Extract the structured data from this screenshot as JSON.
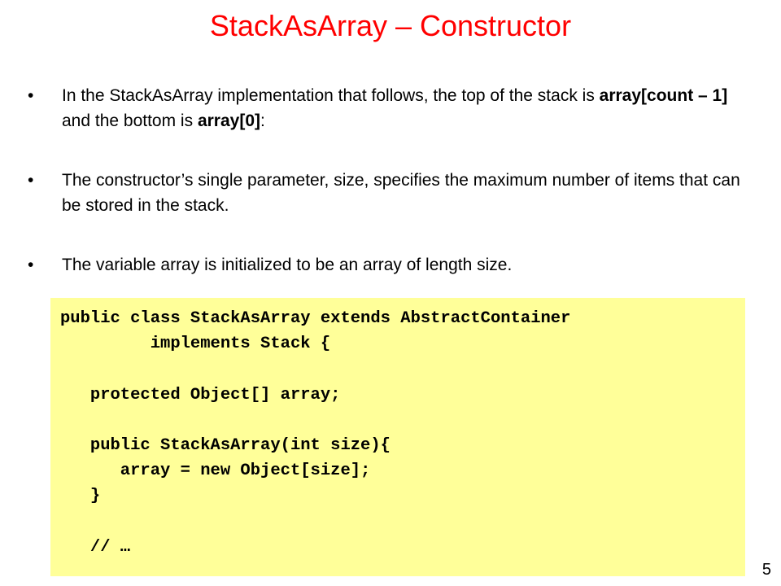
{
  "slide": {
    "title": "StackAsArray – Constructor",
    "page_number": "5"
  },
  "bullets": [
    {
      "parts": [
        "In the StackAsArray  implementation that follows, the top of the stack is ",
        "array[count – 1]",
        " and the bottom is ",
        "array[0]",
        ":"
      ]
    },
    {
      "text": "The constructor’s single parameter, size, specifies the maximum number of items that can be stored in the stack."
    },
    {
      "text": "The variable array is initialized to be an array of length size."
    }
  ],
  "code": {
    "lines": [
      "public class StackAsArray extends AbstractContainer",
      "         implements Stack {",
      "",
      "   protected Object[] array;",
      "",
      "   public StackAsArray(int size){",
      "      array = new Object[size];",
      "   }",
      "",
      "   // …"
    ]
  },
  "colors": {
    "title": "#ff0000",
    "code_background": "#ffff99",
    "text": "#000000"
  }
}
